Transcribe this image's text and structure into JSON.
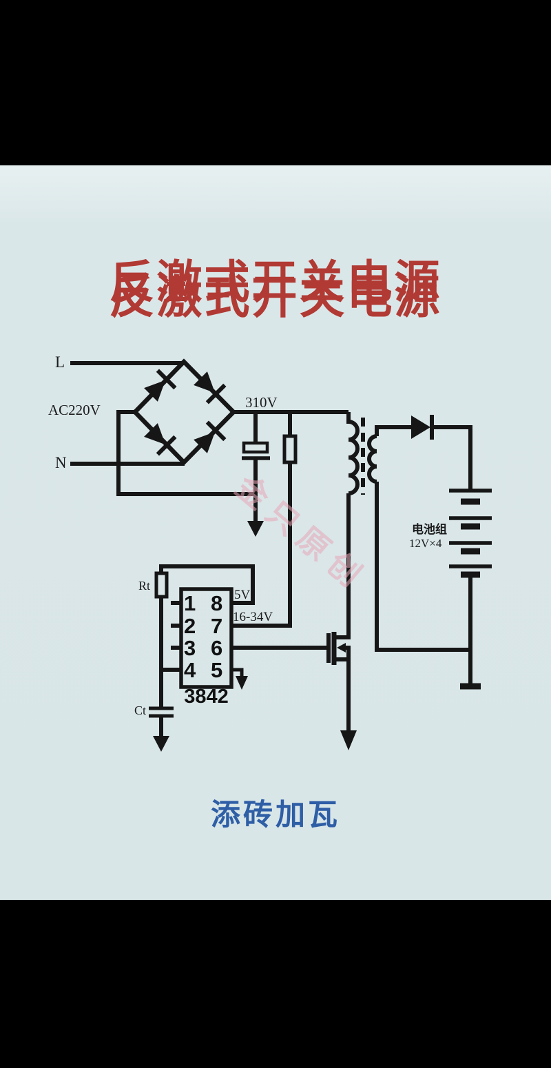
{
  "page": {
    "title": "反激式开关电源",
    "footer": "添砖加瓦",
    "watermark": "金只原创"
  },
  "colors": {
    "background": "#d9e6e8",
    "line": "#161616",
    "title_red": "#b23a34",
    "footer_blue": "#2e5ea6",
    "watermark_pink": "#e7a6b7",
    "bar_black": "#000000"
  },
  "schematic": {
    "labels": {
      "live": "L",
      "neutral": "N",
      "ac_input": "AC220V",
      "dc_bus_voltage": "310V",
      "vref": "5V",
      "vcc_range": "16-34V",
      "timing_resistor": "Rt",
      "timing_capacitor": "Ct",
      "battery_name": "电池组",
      "battery_spec": "12V×4",
      "ic_part": "3842"
    },
    "ic_pins": {
      "left": [
        "1",
        "2",
        "3",
        "4"
      ],
      "right": [
        "8",
        "7",
        "6",
        "5"
      ]
    }
  }
}
